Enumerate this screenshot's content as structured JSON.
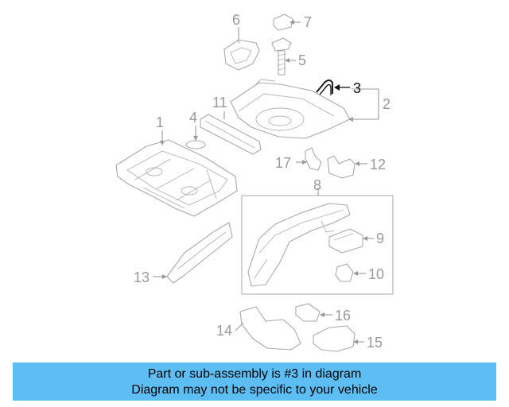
{
  "diagram": {
    "highlighted_part": "3",
    "callouts": [
      "1",
      "2",
      "3",
      "4",
      "5",
      "6",
      "7",
      "8",
      "9",
      "10",
      "11",
      "12",
      "13",
      "14",
      "15",
      "16",
      "17"
    ]
  },
  "banner": {
    "line1": "Part or sub-assembly is #3 in diagram",
    "line2": "Diagram may not be specific to your vehicle",
    "background": "#5cbef3"
  }
}
